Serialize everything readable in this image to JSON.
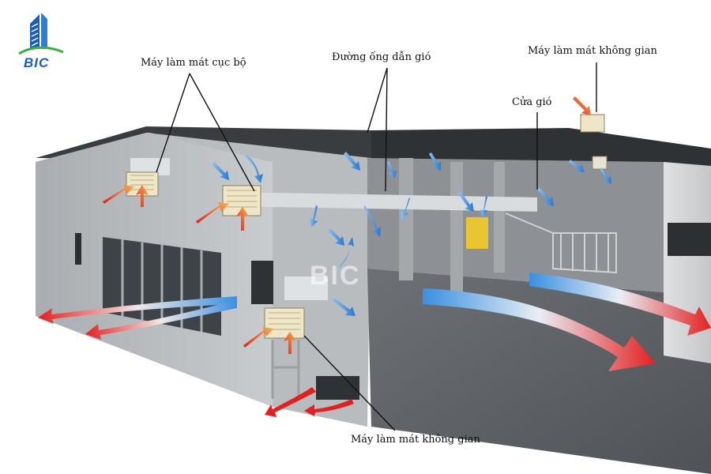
{
  "brand": {
    "logo_text": "BIC",
    "watermark": "BIC"
  },
  "labels": {
    "local_cooler": "Máy làm mát cục bộ",
    "air_duct": "Đường ống dẫn gió",
    "space_cooler_top": "Máy làm mát không gian",
    "air_vent": "Cửa gió",
    "space_cooler_bottom": "Máy làm mát không gian"
  },
  "colors": {
    "logo_blue": "#1a5fb4",
    "logo_green": "#3cae3c",
    "hot": "#e32020",
    "cold": "#3a8fe0"
  }
}
